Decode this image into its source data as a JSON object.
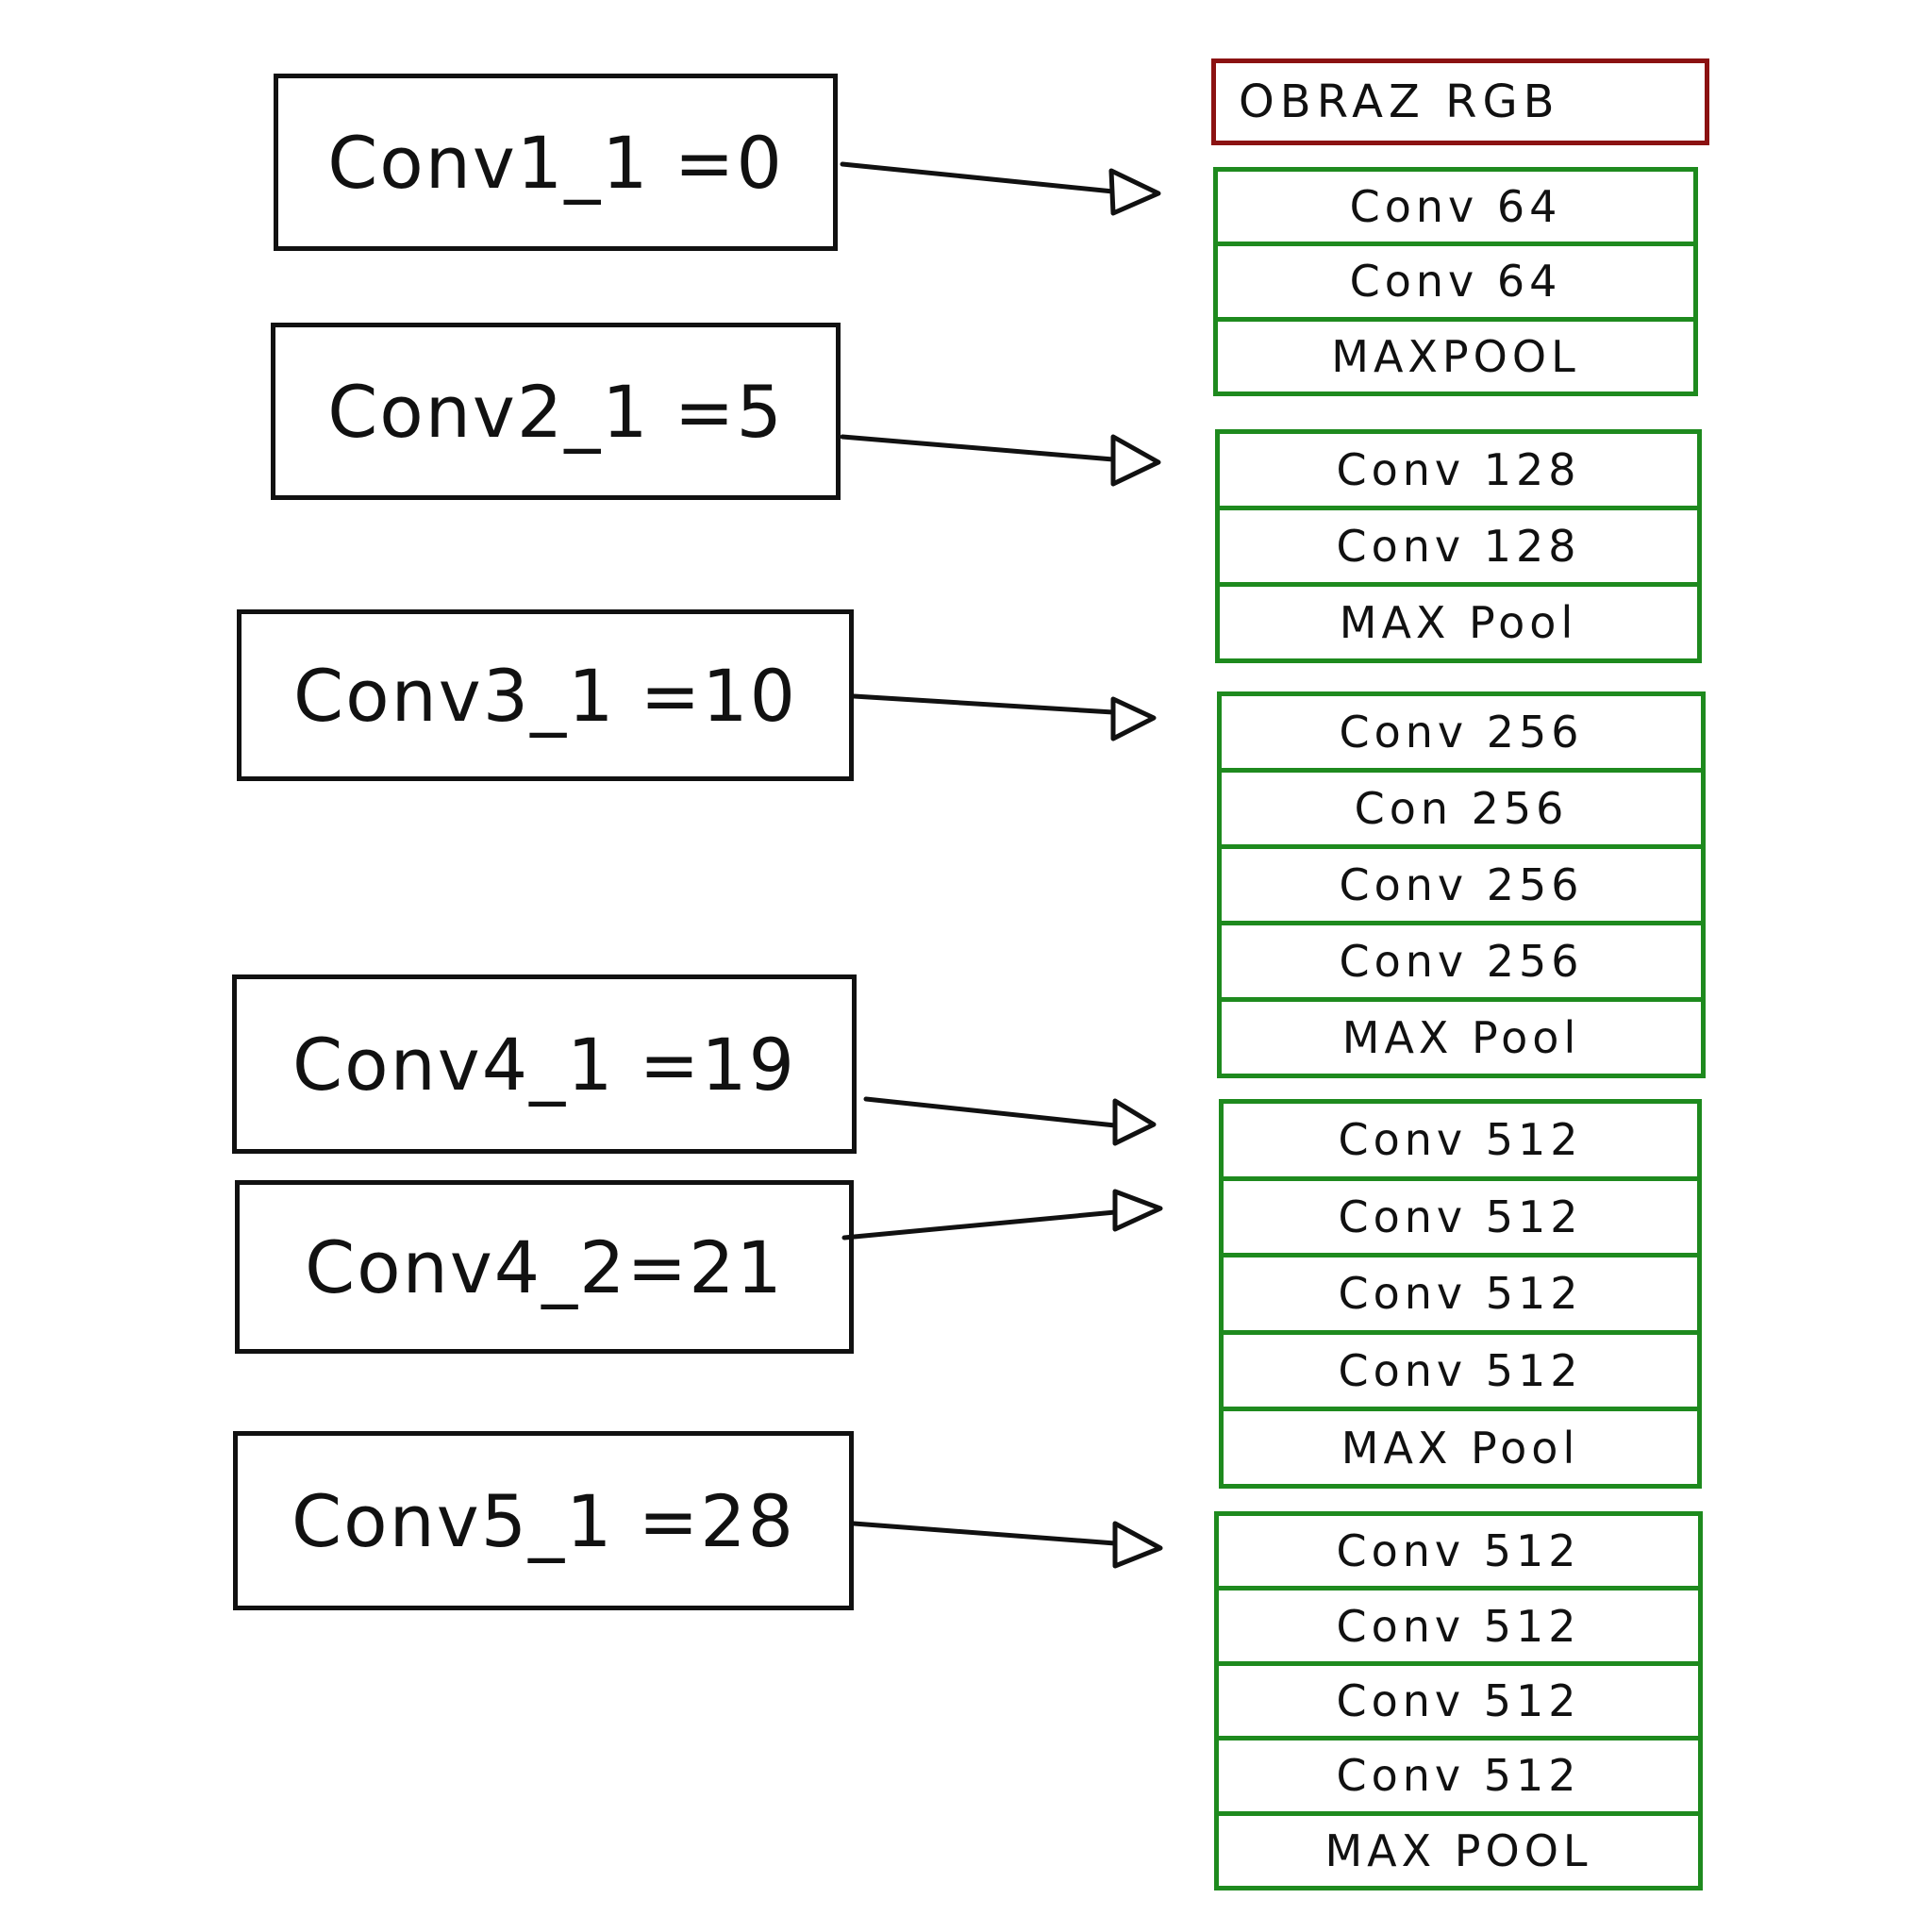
{
  "input": {
    "label": "OBRAZ RGB"
  },
  "probes": [
    {
      "label": "Conv1_1 =0"
    },
    {
      "label": "Conv2_1 =5"
    },
    {
      "label": "Conv3_1 =10"
    },
    {
      "label": "Conv4_1 =19"
    },
    {
      "label": "Conv4_2=21"
    },
    {
      "label": "Conv5_1 =28"
    }
  ],
  "blocks": [
    {
      "layers": [
        "Conv 64",
        "Conv 64",
        "MAXPOOL"
      ]
    },
    {
      "layers": [
        "Conv 128",
        "Conv 128",
        "MAX Pool"
      ]
    },
    {
      "layers": [
        "Conv 256",
        "Con 256",
        "Conv 256",
        "Conv 256",
        "MAX Pool"
      ]
    },
    {
      "layers": [
        "Conv 512",
        "Conv 512",
        "Conv 512",
        "Conv 512",
        "MAX Pool"
      ]
    },
    {
      "layers": [
        "Conv 512",
        "Conv 512",
        "Conv 512",
        "Conv 512",
        "MAX POOL"
      ]
    }
  ],
  "colors": {
    "input_border": "#8b1212",
    "block_border": "#1e8a1e",
    "ink": "#111111"
  }
}
